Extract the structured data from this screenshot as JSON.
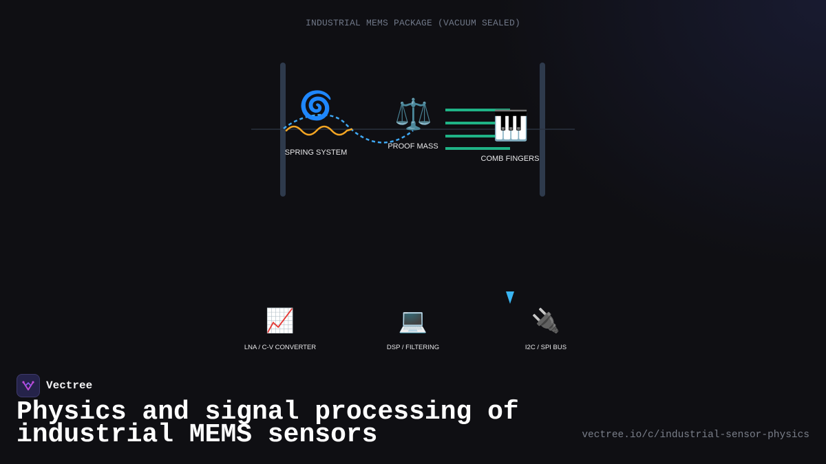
{
  "package_label": "INDUSTRIAL MEMS PACKAGE (VACUUM SEALED)",
  "components": {
    "spring": {
      "icon": "🌀",
      "icon_name": "spiral-icon",
      "label": "SPRING SYSTEM"
    },
    "mass": {
      "icon": "⚖️",
      "icon_name": "balance-scale-icon",
      "label": "PROOF MASS"
    },
    "comb": {
      "icon": "🎹",
      "icon_name": "piano-keyboard-icon",
      "label": "COMB FINGERS"
    }
  },
  "stages": [
    {
      "icon": "📈",
      "icon_name": "chart-increasing-icon",
      "label": "LNA / C-V CONVERTER"
    },
    {
      "icon": "💻",
      "icon_name": "laptop-icon",
      "label": "DSP / FILTERING"
    },
    {
      "icon": "🔌",
      "icon_name": "electric-plug-icon",
      "label": "I2C / SPI BUS"
    }
  ],
  "brand": {
    "name": "Vectree",
    "logo_name": "vectree-logo-icon"
  },
  "headline": "Physics and signal processing of industrial MEMS sensors",
  "url": "vectree.io/c/industrial-sensor-physics",
  "colors": {
    "background": "#0f0f13",
    "wall": "#2e3a4c",
    "spring_wave": "#f5a623",
    "motion_path": "#3fa9f5",
    "comb_fingers": "#1fb386",
    "signal_arrow_top": "#6f6ff0",
    "signal_arrow_bottom": "#3ab5f2"
  }
}
